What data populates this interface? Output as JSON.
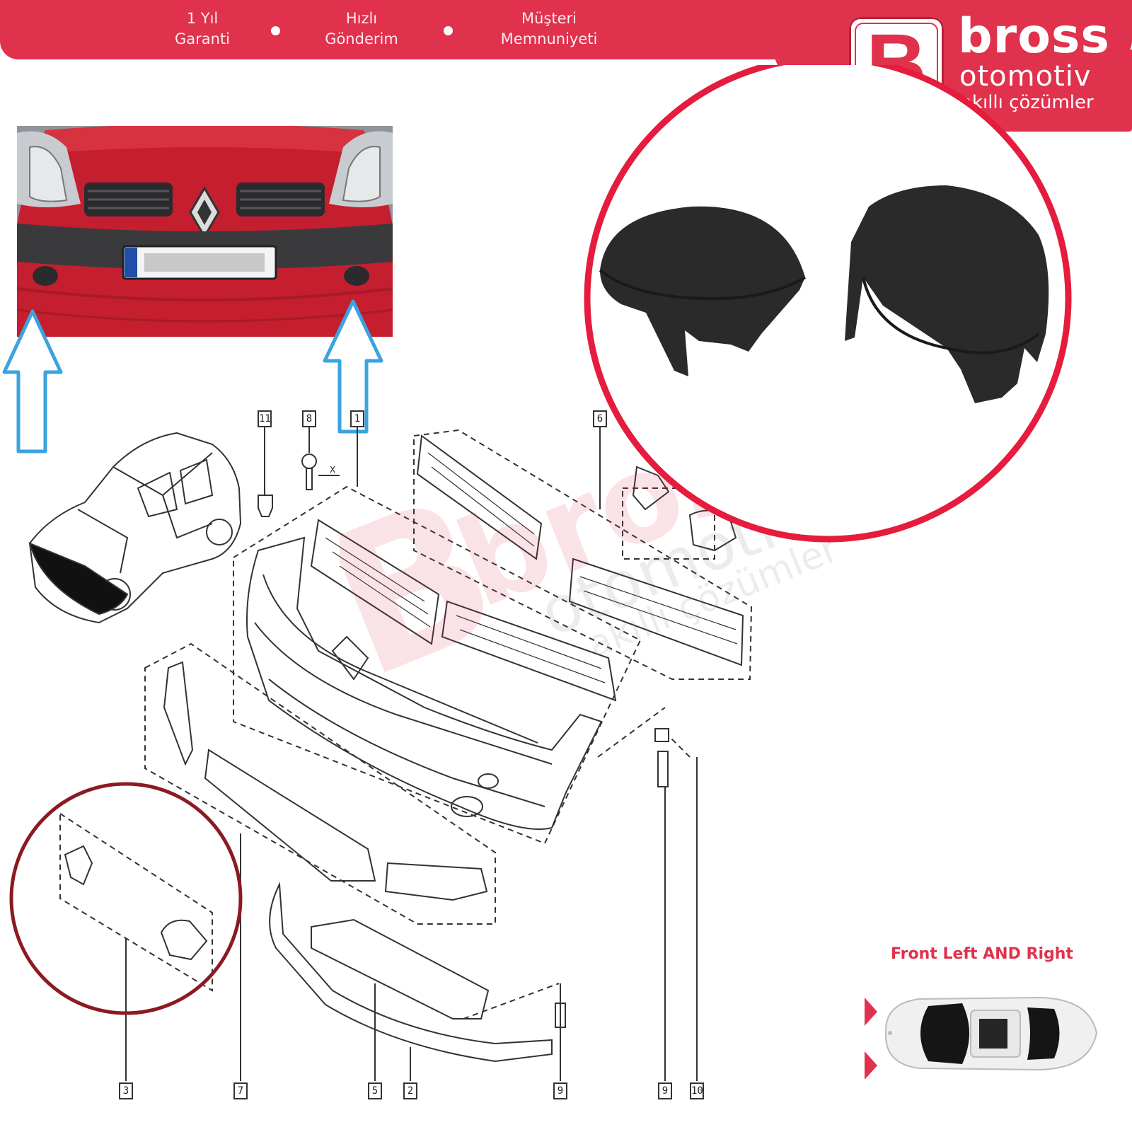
{
  "header": {
    "badges": [
      {
        "line1": "1 Yıl",
        "line2": "Garanti"
      },
      {
        "line1": "Hızlı",
        "line2": "Gönderim"
      },
      {
        "line1": "Müşteri",
        "line2": "Memnuniyeti"
      }
    ]
  },
  "brand": {
    "letter": "B",
    "name": "bross",
    "sub": "otomotiv",
    "tagline": "akıllı çözümler"
  },
  "diagram": {
    "part_numbers": [
      "11",
      "8",
      "1",
      "6",
      "3",
      "7",
      "5",
      "2",
      "9",
      "9",
      "10"
    ],
    "x_marker": "X"
  },
  "position_label": "Front Left AND Right",
  "colors": {
    "brand_red": "#e0314d",
    "arrow_blue": "#3aa3e0",
    "highlight_dark_red": "#8b1a22",
    "part_black": "#2a2a2a"
  },
  "icons": [
    "arrow-up-icon",
    "arrow-right-icon",
    "car-top-view-icon"
  ]
}
